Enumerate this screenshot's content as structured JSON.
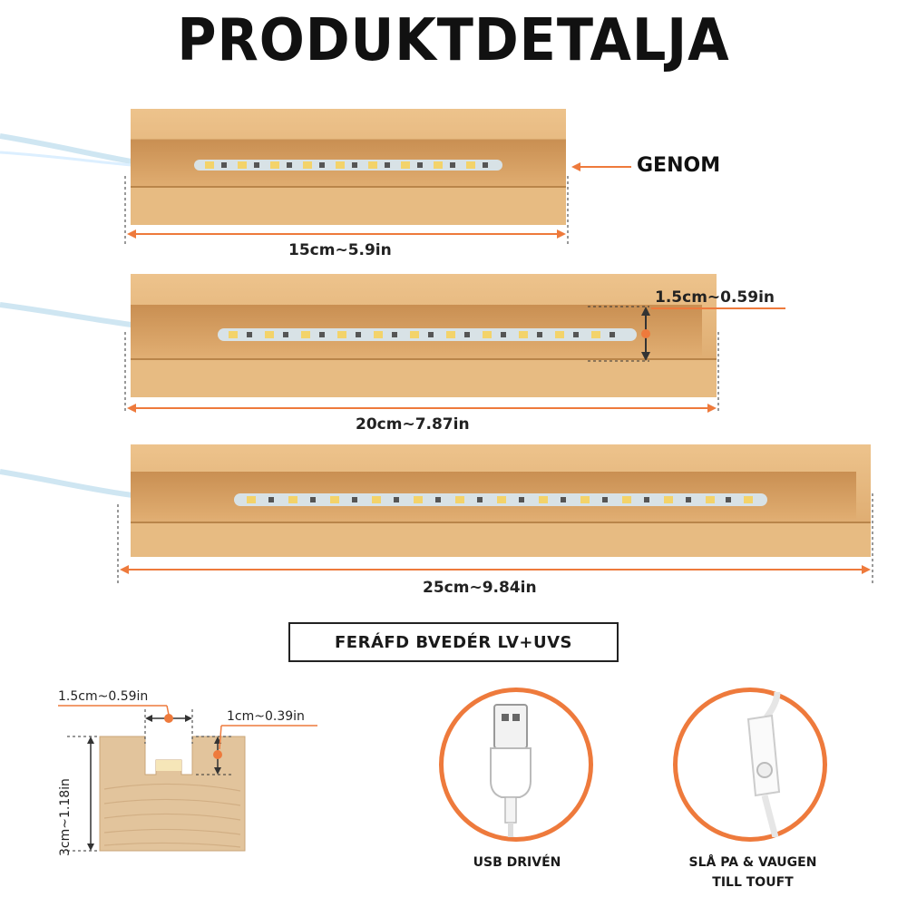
{
  "title": "PRODUKTDETALJA",
  "dimensions": {
    "small": "15cm~5.9in",
    "medium": "20cm~7.87in",
    "large": "25cm~9.84in",
    "slot_width_main": "1.5cm~0.59in"
  },
  "callout_through": "GENOM",
  "tech_box": "FERÁFD BVEDÉR LV+UVS",
  "cross_section": {
    "slot_width": "1.5cm~0.59in",
    "slot_depth": "1cm~0.39in",
    "height": "3cm~1.18in"
  },
  "features": [
    {
      "caption_line1": "USB DRIVÉN",
      "caption_line2": "",
      "icon": "usb-plug-icon"
    },
    {
      "caption_line1": "SLÅ PA & VAUGEN",
      "caption_line2": "TILL TOUFT",
      "icon": "inline-switch-icon"
    }
  ],
  "colors": {
    "wood": "#e6b97f",
    "wood_dark": "#d19a5c",
    "accent": "#ee7a3c",
    "led_yellow": "#f3d36a",
    "cable": "#cfe6f2"
  }
}
